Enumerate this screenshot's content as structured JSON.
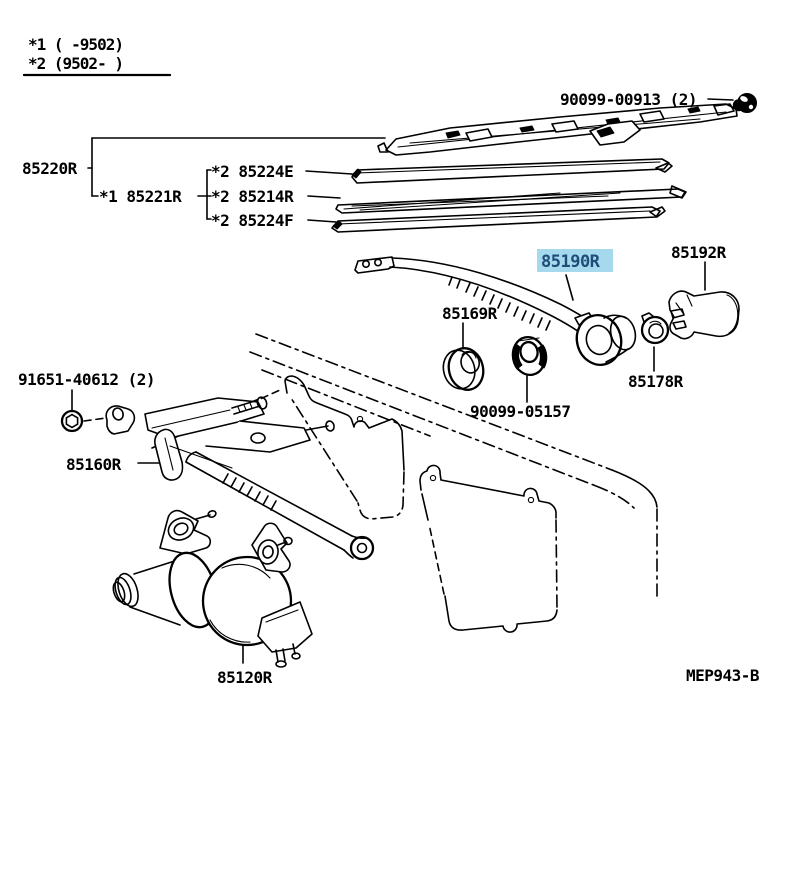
{
  "notes": {
    "line1": "*1 (    -9502)",
    "line2": "*2 (9502-    )"
  },
  "drawing_code": "MEP943-B",
  "highlight": {
    "bg": "#a6d8ee",
    "fg": "#1e4d77"
  },
  "line_color": "#000000",
  "parts": {
    "pivot_nut": {
      "label": "90099-00913 (2)"
    },
    "blade_assy": {
      "label": "85220R"
    },
    "blade": {
      "label": "*1 85221R"
    },
    "insert_e": {
      "label": "*2 85224E"
    },
    "insert_214": {
      "label": "*2 85214R"
    },
    "insert_f": {
      "label": "*2 85224F"
    },
    "arm": {
      "label": "85190R",
      "highlighted": true
    },
    "pivot_cap": {
      "label": "85192R"
    },
    "grommet": {
      "label": "85169R"
    },
    "pivot_grommet": {
      "label": "90099-05157"
    },
    "bush": {
      "label": "85178R"
    },
    "bolt": {
      "label": "91651-40612 (2)"
    },
    "bracket": {
      "label": "85160R"
    },
    "motor": {
      "label": "85120R"
    }
  }
}
